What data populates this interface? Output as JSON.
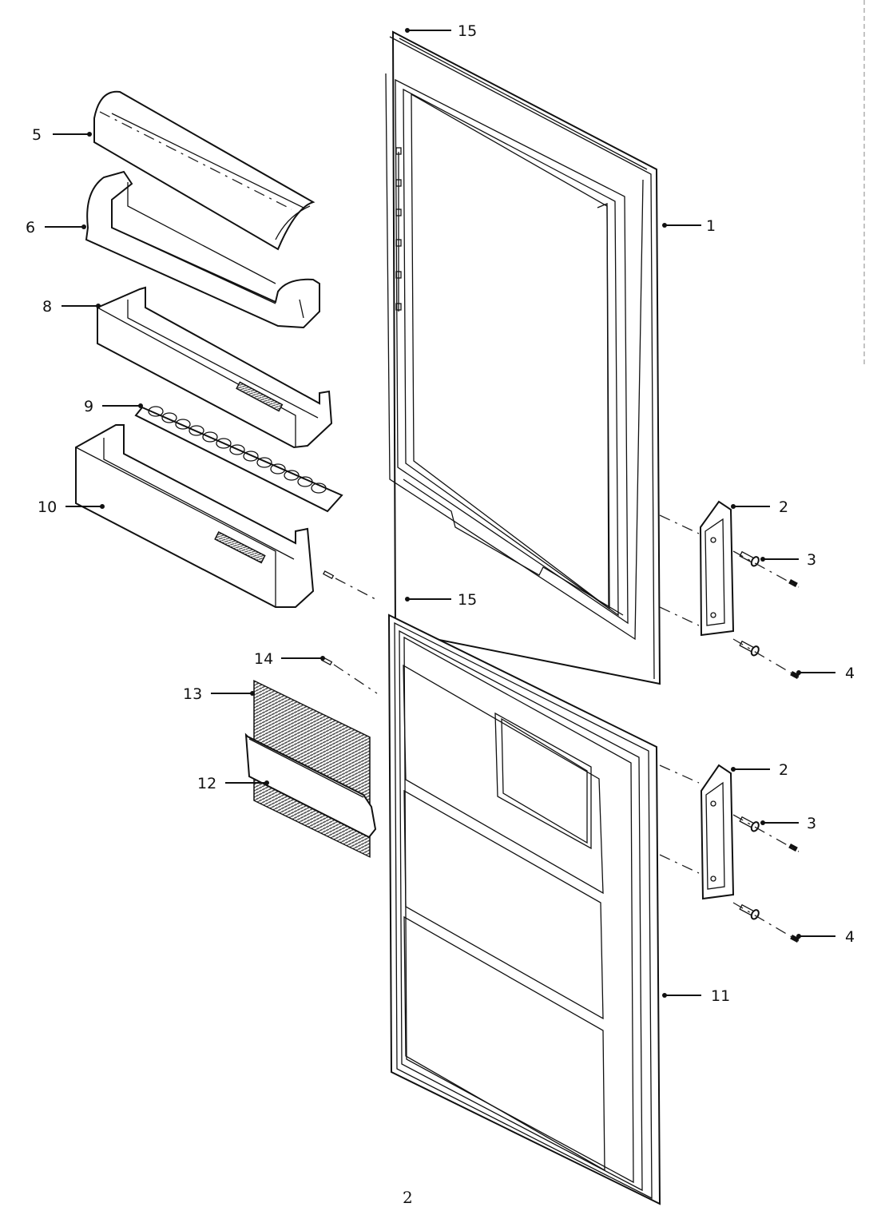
{
  "diagram": {
    "page_number": "2",
    "callouts": [
      {
        "id": "15-top",
        "text": "15"
      },
      {
        "id": "5",
        "text": "5"
      },
      {
        "id": "6",
        "text": "6"
      },
      {
        "id": "1",
        "text": "1"
      },
      {
        "id": "8",
        "text": "8"
      },
      {
        "id": "9",
        "text": "9"
      },
      {
        "id": "10",
        "text": "10"
      },
      {
        "id": "2-top",
        "text": "2"
      },
      {
        "id": "3-top",
        "text": "3"
      },
      {
        "id": "15-bottom",
        "text": "15"
      },
      {
        "id": "14",
        "text": "14"
      },
      {
        "id": "4-top",
        "text": "4"
      },
      {
        "id": "13",
        "text": "13"
      },
      {
        "id": "2-bottom",
        "text": "2"
      },
      {
        "id": "12",
        "text": "12"
      },
      {
        "id": "3-bottom",
        "text": "3"
      },
      {
        "id": "4-bottom",
        "text": "4"
      },
      {
        "id": "11",
        "text": "11"
      }
    ]
  }
}
